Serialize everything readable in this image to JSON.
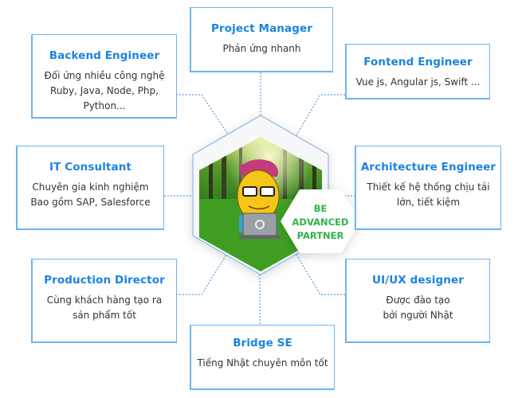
{
  "center": {
    "badge_lines": [
      "BE",
      "ADVANCED",
      "PARTNER"
    ],
    "badge_color": "#2db34a",
    "illustration": "pineapple-mascot-with-laptop-in-forest"
  },
  "colors": {
    "accent": "#1a83e0",
    "border": "#6db4f0",
    "connector": "#5b9fe0",
    "text": "#333333"
  },
  "roles": [
    {
      "id": "project-manager",
      "title": "Project Manager",
      "desc": [
        "Phản ứng nhanh"
      ]
    },
    {
      "id": "backend-engineer",
      "title": "Backend Engineer",
      "desc": [
        "Đối ứng nhiều công nghệ",
        "Ruby, Java, Node, Php,",
        "Python..."
      ]
    },
    {
      "id": "frontend-engineer",
      "title": "Fontend Engineer",
      "desc": [
        "Vue js, Angular js, Swift ..."
      ]
    },
    {
      "id": "it-consultant",
      "title": "IT Consultant",
      "desc": [
        "Chuyên gia kinh nghiệm",
        "Bao gồm SAP, Salesforce"
      ]
    },
    {
      "id": "architecture-engineer",
      "title": "Architecture Engineer",
      "desc": [
        "Thiết kế hệ thống chịu tải",
        "lớn, tiết kiệm"
      ]
    },
    {
      "id": "production-director",
      "title": "Production Director",
      "desc": [
        "Cùng khách hàng tạo ra",
        "sản phẩm tốt"
      ]
    },
    {
      "id": "uiux-designer",
      "title": "UI/UX designer",
      "desc": [
        "Được đào tạo",
        "bởi người Nhật"
      ]
    },
    {
      "id": "bridge-se",
      "title": "Bridge SE",
      "desc": [
        "Tiếng Nhật chuyên môn tốt"
      ]
    }
  ]
}
